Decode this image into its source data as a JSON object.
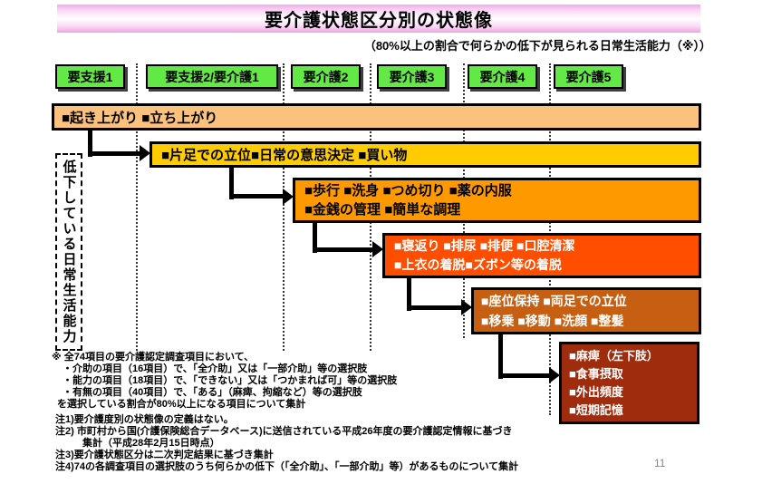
{
  "slide": {
    "title": "要介護状態区分別の状態像",
    "subtitle": "（80%以上の割合で何らかの低下が見られる日常生活能力（※））",
    "left_axis_label": "低下している日常生活能力",
    "page_number": "11"
  },
  "care_levels": [
    {
      "label": "要支援1"
    },
    {
      "label": "要支援2/要介護1"
    },
    {
      "label": "要介護2"
    },
    {
      "label": "要介護3"
    },
    {
      "label": "要介護4"
    },
    {
      "label": "要介護5"
    }
  ],
  "colors": {
    "care_level_bg": "#63e945",
    "box1_bg": "#fbc27e",
    "box2_bg": "#ffcc00",
    "box3_bg": "#ff9900",
    "box4_bg": "#ff4e00",
    "box5_bg": "#c65f11",
    "box6_bg": "#a02c0e",
    "title_band_pink": "#f3a9ea"
  },
  "ability_boxes": [
    {
      "bg": "#fbc27e",
      "lines": [
        "■起き上がり ■立ち上がり"
      ]
    },
    {
      "bg": "#ffcc00",
      "lines": [
        "■片足での立位■日常の意思決定 ■買い物"
      ]
    },
    {
      "bg": "#ff9900",
      "lines": [
        "■歩行 ■洗身 ■つめ切り ■薬の内服",
        "■金銭の管理 ■簡単な調理"
      ]
    },
    {
      "bg": "#ff4e00",
      "lines": [
        "■寝返り ■排尿 ■排便 ■口腔清潔",
        "■上衣の着脱■ズボン等の着脱"
      ]
    },
    {
      "bg": "#c65f11",
      "lines": [
        "■座位保持 ■両足での立位",
        "■移乗 ■移動 ■洗顔 ■整髪"
      ]
    },
    {
      "bg": "#a02c0e",
      "lines": [
        "■麻痺（左下肢）",
        "■食事摂取",
        "■外出頻度",
        "■短期記憶"
      ]
    }
  ],
  "footnotes": [
    "※ 全74項目の要介護認定調査項目において、",
    "・介助の項目（16項目）で、「全介助」又は「一部介助」等の選択肢",
    "・能力の項目（18項目）で、「できない」又は「つかまれば可」等の選択肢",
    "・有無の項目（40項目）で、「ある」（麻痺、拘縮など）等の選択肢",
    "を選択している割合が80%以上になる項目について集計",
    "注1)要介護度別の状態像の定義はない。",
    "注2) 市町村から国(介護保険総合データベース)に送信されている平成26年度の要介護認定情報に基づき",
    "集計（平成28年2月15日時点）",
    "注3)要介護状態区分は二次判定結果に基づき集計",
    "注4)74の各調査項目の選択肢のうち何らかの低下（「全介助」、「一部介助」等）があるものについて集計"
  ]
}
